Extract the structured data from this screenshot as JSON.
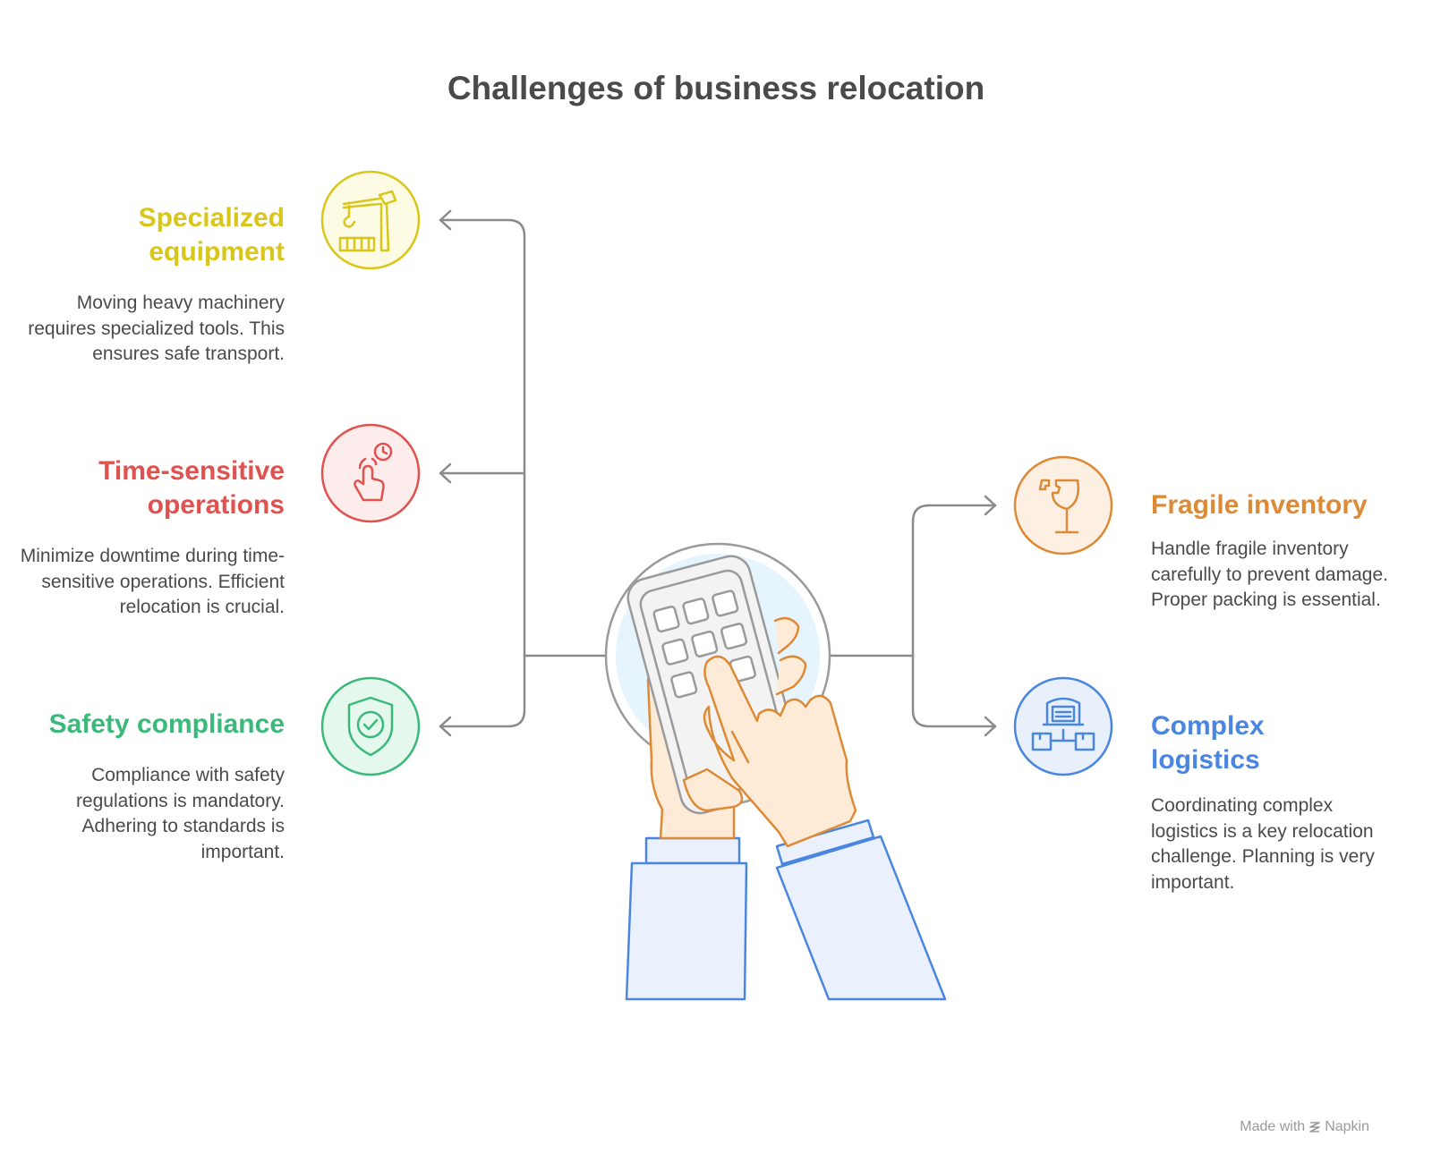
{
  "title": "Challenges of business relocation",
  "colors": {
    "yellow": "#d9c61a",
    "red": "#e0524f",
    "green": "#3bb97a",
    "orange": "#dd8a36",
    "blue": "#4a86e0",
    "connector": "#8a8a8a"
  },
  "items": [
    {
      "title": "Specialized equipment",
      "desc": "Moving heavy machinery requires specialized tools. This ensures safe transport.",
      "icon": "crane-icon"
    },
    {
      "title": "Time-sensitive operations",
      "desc": "Minimize downtime during time-sensitive operations. Efficient relocation is crucial.",
      "icon": "hand-clock-icon"
    },
    {
      "title": "Safety compliance",
      "desc": "Compliance with safety regulations is mandatory. Adhering to standards is important.",
      "icon": "shield-check-icon"
    },
    {
      "title": "Fragile inventory",
      "desc": "Handle fragile inventory carefully to prevent damage. Proper packing is essential.",
      "icon": "broken-glass-icon"
    },
    {
      "title": "Complex logistics",
      "desc": "Coordinating complex logistics is a key relocation challenge. Planning is very important.",
      "icon": "warehouse-network-icon"
    }
  ],
  "footer": {
    "made_with": "Made with",
    "brand": "Napkin"
  }
}
